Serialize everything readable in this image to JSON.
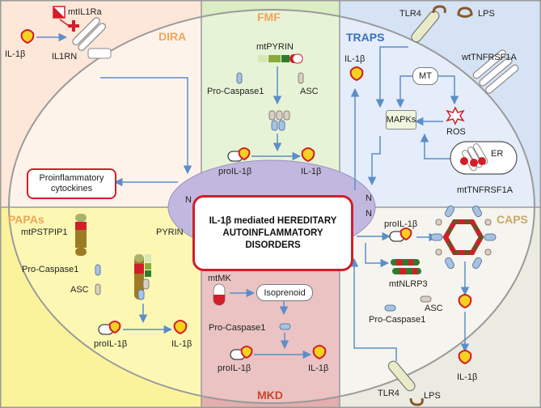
{
  "center": {
    "line1": "IL-1β mediated HEREDITARY",
    "line2": "AUTOINFLAMMATORY",
    "line3": "DISORDERS"
  },
  "membrane_labels": {
    "n1": "N",
    "n2": "N",
    "n3": "N"
  },
  "proinflammatory": {
    "line1": "Proinflammatory",
    "line2": "cytockines"
  },
  "sections": {
    "dira": {
      "title": "DIRA",
      "mtil1ra": "mtIL1Ra",
      "il1b": "IL-1β",
      "il1rn": "IL1RN"
    },
    "fmf": {
      "title": "FMF",
      "mtpyrin": "mtPYRIN",
      "procasp": "Pro-Caspase1",
      "asc": "ASC",
      "proil": "proIL-1β",
      "il1b": "IL-1β"
    },
    "traps": {
      "title": "TRAPS",
      "tlr4": "TLR4",
      "lps": "LPS",
      "il1b": "IL-1β",
      "mt": "MT",
      "wt": "wtTNFRSF1A",
      "mapks": "MAPKs",
      "ros": "ROS",
      "er": "ER",
      "mttnf": "mtTNFRSF1A"
    },
    "papas": {
      "title": "PAPAs",
      "mtpstpip": "mtPSTPIP1",
      "pyrin": "PYRIN",
      "procasp": "Pro-Caspase1",
      "asc": "ASC",
      "proil": "proIL-1β",
      "il1b": "IL-1β"
    },
    "caps": {
      "title": "CAPS",
      "proil": "proIL-1β",
      "mtnlrp3": "mtNLRP3",
      "asc": "ASC",
      "procasp": "Pro-Caspase1",
      "il1b": "IL-1β",
      "tlr4": "TLR4",
      "lps": "LPS"
    },
    "mkd": {
      "title": "MKD",
      "mtmk": "mtMK",
      "isoprenoid": "Isoprenoid",
      "procasp": "Pro-Caspase1",
      "proil": "proIL-1β",
      "il1b": "IL-1β"
    }
  },
  "colors": {
    "dira_bg": "#fce7d9",
    "fmf_bg": "#dcedc4",
    "traps_bg": "#d6e3f5",
    "papas_bg": "#faf39b",
    "caps_bg": "#ecebe2",
    "mkd_bg": "#e3aeae",
    "title_orange": "#f0a55a",
    "arrow_blue": "#5b8ec9",
    "red": "#d21e2a"
  }
}
